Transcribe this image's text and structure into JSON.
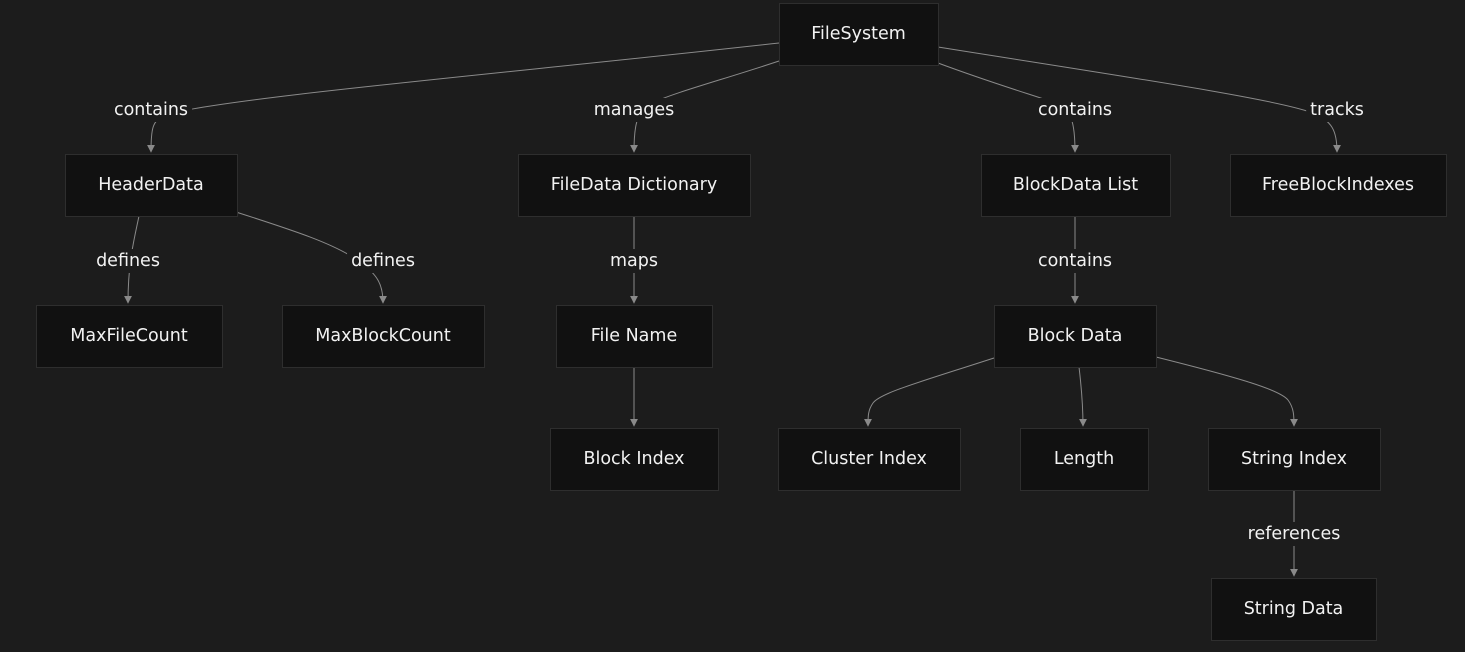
{
  "nodes": [
    {
      "id": "filesystem",
      "label": "FileSystem"
    },
    {
      "id": "headerdata",
      "label": "HeaderData"
    },
    {
      "id": "filedata",
      "label": "FileData Dictionary"
    },
    {
      "id": "blockdatalist",
      "label": "BlockData List"
    },
    {
      "id": "freeblock",
      "label": "FreeBlockIndexes"
    },
    {
      "id": "maxfile",
      "label": "MaxFileCount"
    },
    {
      "id": "maxblock",
      "label": "MaxBlockCount"
    },
    {
      "id": "filename",
      "label": "File Name"
    },
    {
      "id": "blockdata",
      "label": "Block Data"
    },
    {
      "id": "blockindex",
      "label": "Block Index"
    },
    {
      "id": "clusterindex",
      "label": "Cluster Index"
    },
    {
      "id": "length",
      "label": "Length"
    },
    {
      "id": "stringindex",
      "label": "String Index"
    },
    {
      "id": "stringdata",
      "label": "String Data"
    }
  ],
  "edges": [
    {
      "from": "filesystem",
      "to": "headerdata",
      "label": "contains"
    },
    {
      "from": "filesystem",
      "to": "filedata",
      "label": "manages"
    },
    {
      "from": "filesystem",
      "to": "blockdatalist",
      "label": "contains"
    },
    {
      "from": "filesystem",
      "to": "freeblock",
      "label": "tracks"
    },
    {
      "from": "headerdata",
      "to": "maxfile",
      "label": "defines"
    },
    {
      "from": "headerdata",
      "to": "maxblock",
      "label": "defines"
    },
    {
      "from": "filedata",
      "to": "filename",
      "label": "maps"
    },
    {
      "from": "blockdatalist",
      "to": "blockdata",
      "label": "contains"
    },
    {
      "from": "filename",
      "to": "blockindex",
      "label": ""
    },
    {
      "from": "blockdata",
      "to": "clusterindex",
      "label": ""
    },
    {
      "from": "blockdata",
      "to": "length",
      "label": ""
    },
    {
      "from": "blockdata",
      "to": "stringindex",
      "label": ""
    },
    {
      "from": "stringindex",
      "to": "stringdata",
      "label": "references"
    }
  ],
  "colors": {
    "background": "#1c1c1c",
    "node_fill": "#111111",
    "node_border": "#2e2e2e",
    "edge": "#8a8a8a",
    "text": "#f2f2f2"
  }
}
